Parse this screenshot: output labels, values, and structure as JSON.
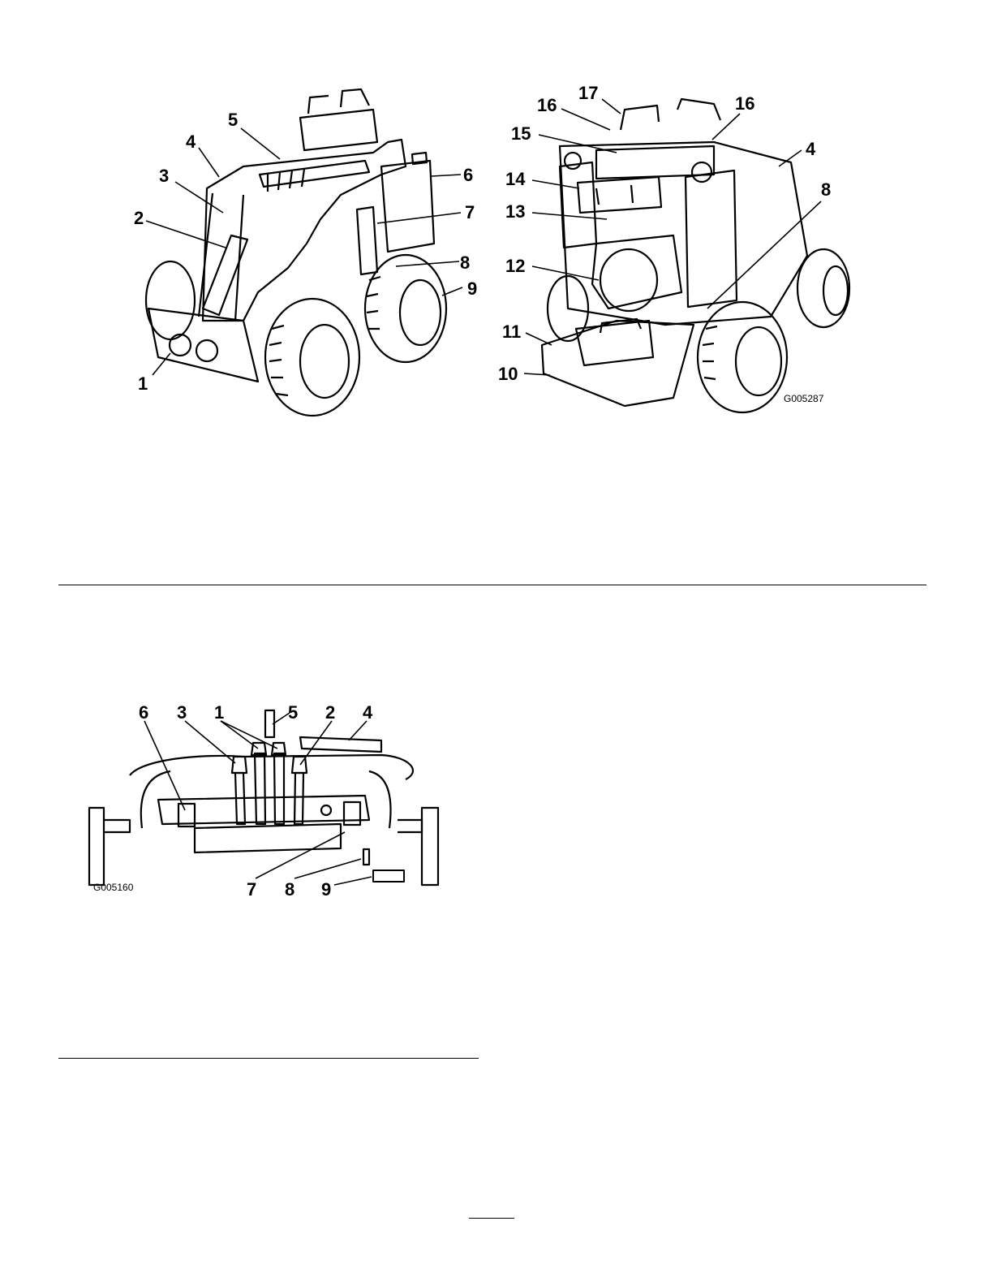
{
  "figure_top": {
    "callouts_left": [
      "1",
      "2",
      "3",
      "4",
      "5",
      "6",
      "7",
      "8",
      "9"
    ],
    "callouts_right": [
      "4",
      "8",
      "10",
      "11",
      "12",
      "13",
      "14",
      "15",
      "16",
      "16",
      "17"
    ],
    "code": "G005287"
  },
  "figure_bottom": {
    "callouts": [
      "6",
      "3",
      "1",
      "5",
      "2",
      "4",
      "7",
      "8",
      "9"
    ],
    "code": "G005160"
  }
}
